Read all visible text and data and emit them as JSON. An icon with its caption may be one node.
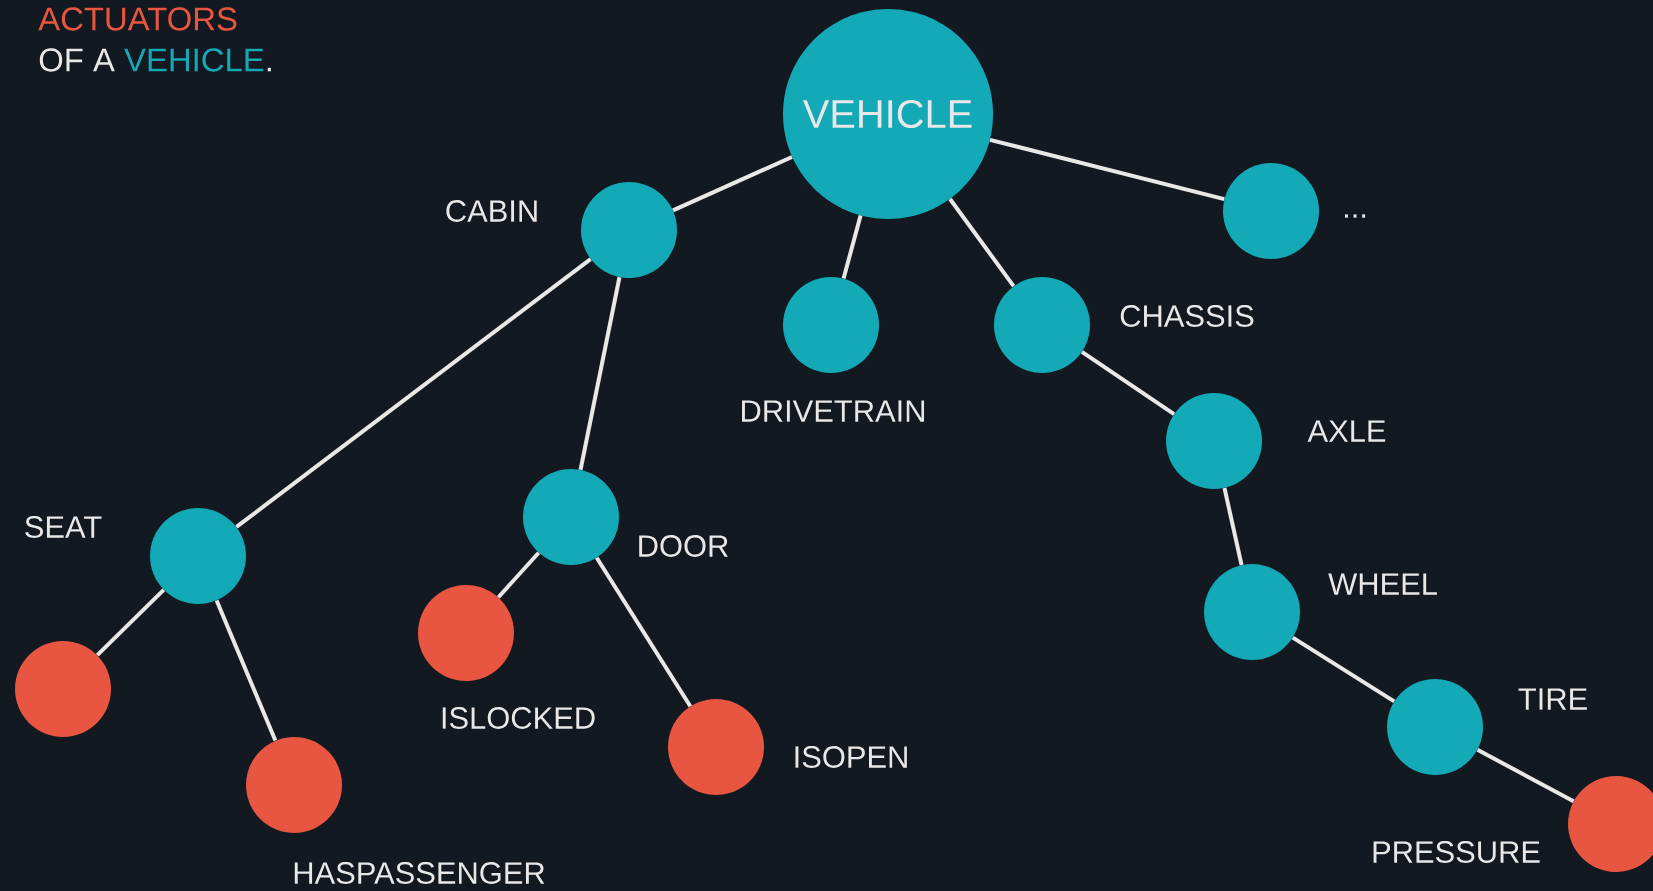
{
  "diagram": {
    "nodes": [
      {
        "text": [
          "VEHICLE"
        ]
      },
      {
        "text": [],
        "shape": "circle",
        "beside": [
          "CABIN"
        ]
      },
      {
        "text": [],
        "shape": "circle",
        "beside": [
          "DRIVETRAIN"
        ]
      },
      {
        "text": [],
        "shape": "circle",
        "beside": [
          "CHASSIS"
        ]
      },
      {
        "text": [],
        "shape": "circle",
        "beside": [
          "..."
        ]
      },
      {
        "text": [],
        "shape": "circle",
        "beside": [
          "SEAT"
        ]
      },
      {
        "text": [],
        "shape": "circle",
        "beside": [
          "DOOR"
        ]
      },
      {
        "text": [],
        "shape": "circle",
        "beside": [
          "AXLE"
        ]
      },
      {
        "text": [],
        "shape": "circle"
      },
      {
        "text": [],
        "shape": "circle",
        "beside": [
          "HASPASSENGER"
        ]
      },
      {
        "text": [],
        "shape": "circle",
        "beside": [
          "ISLOCKED"
        ]
      },
      {
        "text": [],
        "shape": "circle",
        "beside": [
          "ISOPEN"
        ]
      },
      {
        "text": [],
        "shape": "circle",
        "beside": [
          "WHEEL"
        ]
      },
      {
        "text": [],
        "shape": "circle",
        "beside": [
          "TIRE"
        ]
      },
      {
        "text": [],
        "shape": "circle",
        "beside": [
          "PRESSURE"
        ]
      }
    ],
    "edges": [
      {
        "from": 0,
        "to": 1,
        "arrow": "none"
      },
      {
        "from": 0,
        "to": 2,
        "arrow": "none"
      },
      {
        "from": 0,
        "to": 3,
        "arrow": "none"
      },
      {
        "from": 0,
        "to": 4,
        "arrow": "none"
      },
      {
        "from": 1,
        "to": 5,
        "arrow": "none"
      },
      {
        "from": 1,
        "to": 6,
        "arrow": "none"
      },
      {
        "from": 3,
        "to": 7,
        "arrow": "none"
      },
      {
        "from": 5,
        "to": 8,
        "arrow": "none"
      },
      {
        "from": 5,
        "to": 9,
        "arrow": "none"
      },
      {
        "from": 6,
        "to": 10,
        "arrow": "none"
      },
      {
        "from": 6,
        "to": 11,
        "arrow": "none"
      },
      {
        "from": 7,
        "to": 12,
        "arrow": "none"
      },
      {
        "from": 12,
        "to": 13,
        "arrow": "none"
      },
      {
        "from": 13,
        "to": 14,
        "arrow": "none"
      }
    ],
    "labels": [
      "ACTUATORS",
      "OF A",
      "VEHICLE",
      "."
    ]
  }
}
